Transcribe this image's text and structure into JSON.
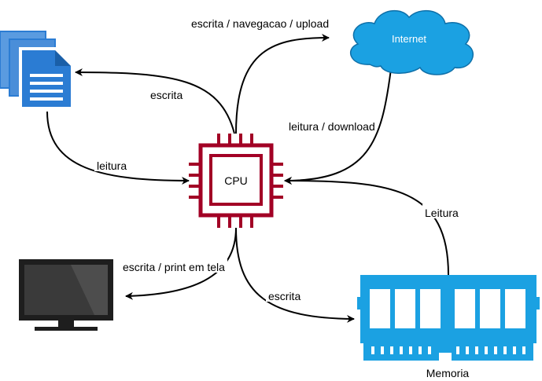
{
  "nodes": {
    "cpu": {
      "label": "CPU",
      "color": "#a20025"
    },
    "internet": {
      "label": "Internet",
      "color": "#1ba1e2"
    },
    "memory": {
      "label": "Memoria",
      "color": "#1ba1e2"
    },
    "documents": {
      "icon": "document-stack-icon",
      "color": "#2b7cd3"
    },
    "monitor": {
      "icon": "monitor-icon",
      "color": "#222222"
    }
  },
  "edges": {
    "cpu_to_internet": "escrita / navegacao / upload",
    "cpu_to_docs": "escrita",
    "internet_to_cpu": "leitura / download",
    "docs_to_cpu": "leitura",
    "memory_to_cpu": "Leitura",
    "cpu_to_monitor": "escrita / print em tela",
    "cpu_to_memory": "escrita"
  }
}
